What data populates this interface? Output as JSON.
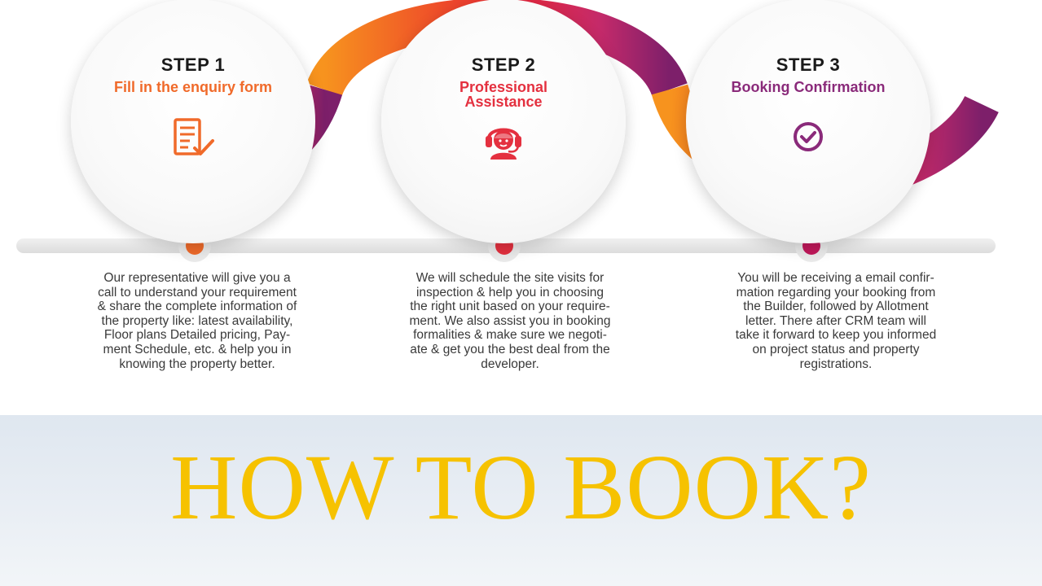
{
  "steps": [
    {
      "heading": "STEP 1",
      "subtitle": "Fill in the enquiry form",
      "icon": "form-checklist-icon",
      "description": "Our representative will give you a\ncall to understand your requirement\n& share the complete information of\nthe property like: latest availability,\nFloor plans Detailed pricing, Pay-\nment Schedule, etc. & help you in\nknowing the property better."
    },
    {
      "heading": "STEP 2",
      "subtitle": "Professional Assistance",
      "icon": "headset-agent-icon",
      "description": "We will schedule the site visits for\ninspection & help you in choosing\nthe right unit based on your require-\nment. We also assist you in booking\nformalities & make sure we negoti-\nate & get you the best deal from the\ndeveloper."
    },
    {
      "heading": "STEP 3",
      "subtitle": "Booking Confirmation",
      "icon": "check-circle-icon",
      "description": "You will be receiving a email confir-\nmation regarding your booking from\nthe Builder, followed by Allotment\nletter. There after CRM team will\ntake it forward to keep you informed\non project status and property\nregistrations."
    }
  ],
  "banner": {
    "title": "HOW TO BOOK?"
  },
  "colors": {
    "step1": "#f06a2a",
    "step2": "#e4303f",
    "step3": "#8a2a7a",
    "ribbon_start": "#f7931e",
    "ribbon_mid": "#e8283a",
    "ribbon_end": "#7d1f6a",
    "title": "#f6c200"
  }
}
